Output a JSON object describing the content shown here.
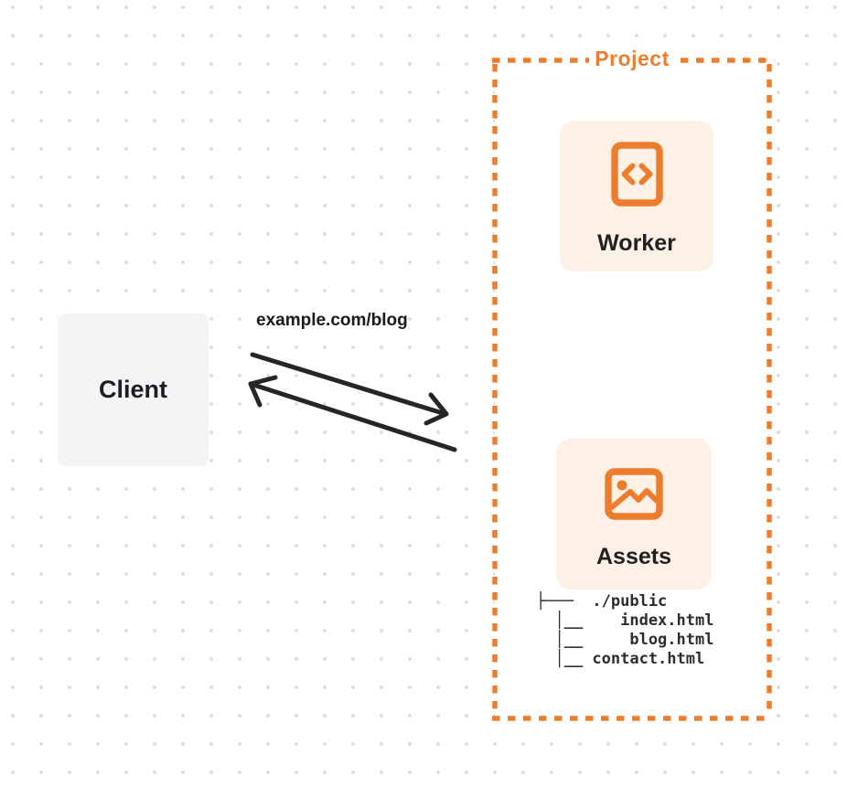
{
  "colors": {
    "accent_orange": "#ed7d2e",
    "card_background": "#fcf1e4",
    "client_background": "#f4f4f6",
    "arrow_ink": "#262626",
    "dot_grid": "#dcdcdc"
  },
  "client": {
    "label": "Client"
  },
  "request": {
    "label": "example.com/blog"
  },
  "project": {
    "label": "Project",
    "worker": {
      "label": "Worker",
      "icon": "code-file-icon"
    },
    "assets": {
      "label": "Assets",
      "icon": "image-icon",
      "file_tree": "├───  ./public\n  │__    index.html\n  │__     blog.html\n  │__ contact.html"
    }
  }
}
